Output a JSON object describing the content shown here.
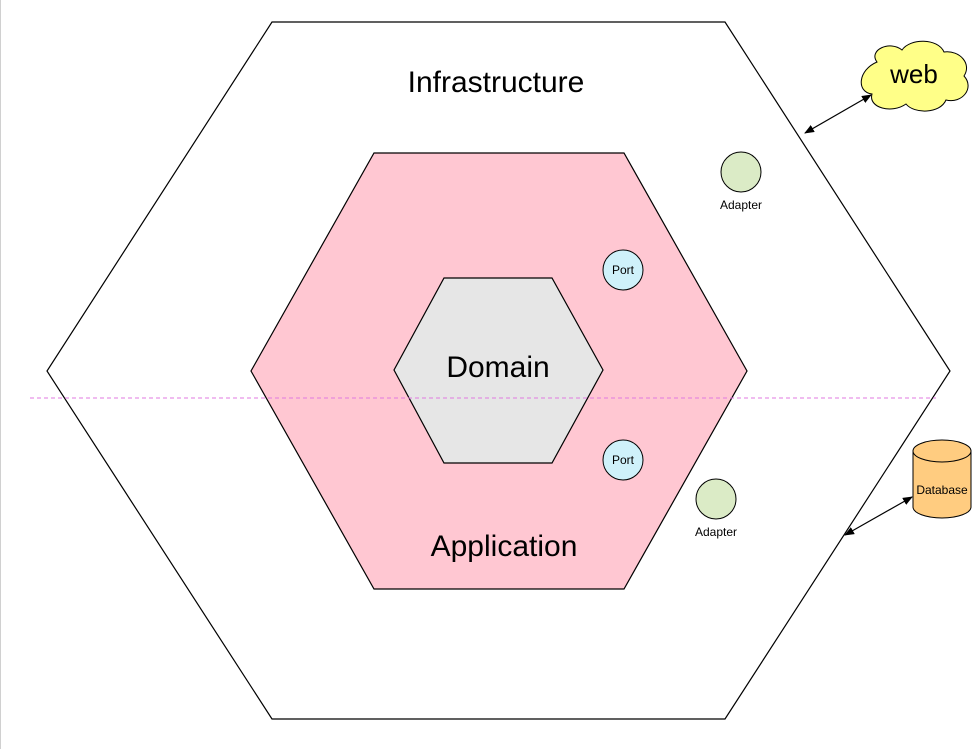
{
  "layers": {
    "infrastructure": {
      "label": "Infrastructure",
      "fill": "#ffffff",
      "stroke": "#000000"
    },
    "application": {
      "label": "Application",
      "fill": "#ffc7d2",
      "stroke": "#000000"
    },
    "domain": {
      "label": "Domain",
      "fill": "#e6e6e6",
      "stroke": "#000000"
    }
  },
  "ports": [
    {
      "label": "Port",
      "fill": "#cff1fa"
    },
    {
      "label": "Port",
      "fill": "#cff1fa"
    }
  ],
  "adapters": [
    {
      "label": "Adapter",
      "fill": "#dbebc6"
    },
    {
      "label": "Adapter",
      "fill": "#dbebc6"
    }
  ],
  "external": {
    "web": {
      "label": "web",
      "fill": "#ffff88"
    },
    "database": {
      "label": "Database",
      "fill": "#ffcc80"
    }
  },
  "divider": {
    "color": "#e07ae0",
    "style": "dashed"
  }
}
